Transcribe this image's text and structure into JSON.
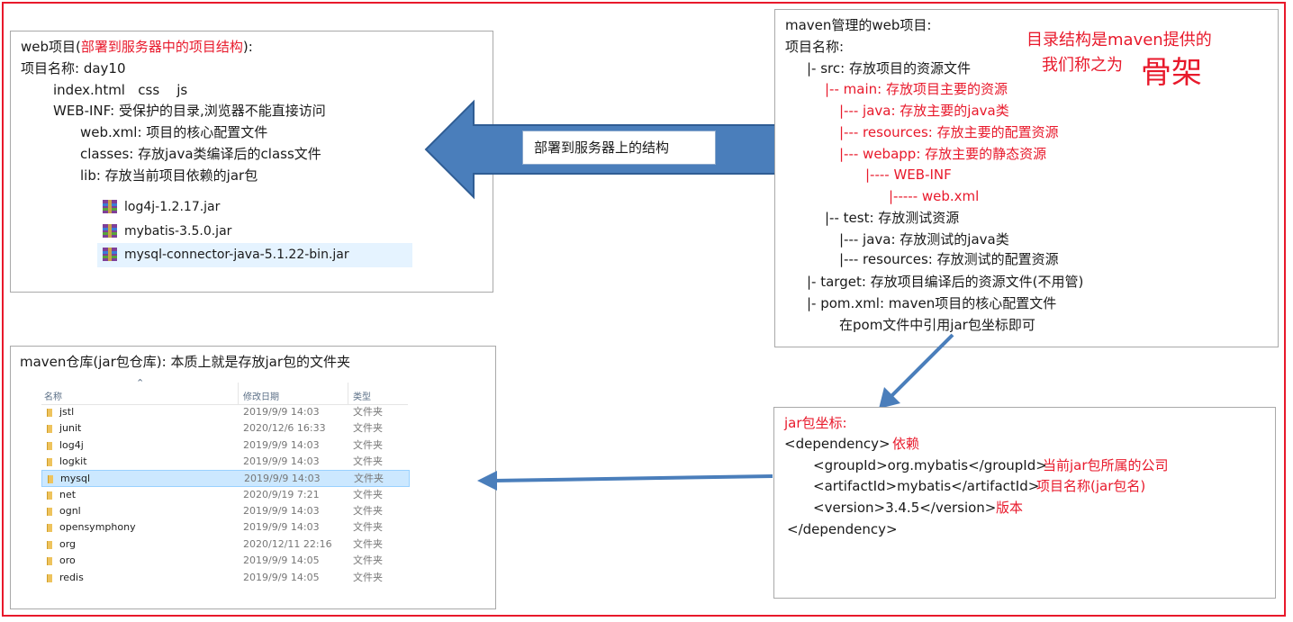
{
  "web_box": {
    "title": "web项目(",
    "title_red": "部署到服务器中的项目结构",
    "title_end": "):",
    "project_name": "项目名称: day10",
    "lines": [
      "index.html   css    js",
      "WEB-INF: 受保护的目录,浏览器不能直接访问",
      "web.xml: 项目的核心配置文件",
      "classes: 存放java类编译后的class文件",
      "lib: 存放当前项目依赖的jar包"
    ],
    "jars": [
      "log4j-1.2.17.jar",
      "mybatis-3.5.0.jar",
      "mysql-connector-java-5.1.22-bin.jar"
    ]
  },
  "arrow_big_label": "部署到服务器上的结构",
  "maven_box": {
    "title": "maven管理的web项目:",
    "project_name": "项目名称:",
    "src": "|- src:  存放项目的资源文件",
    "main": "|-- main: 存放项目主要的资源",
    "main_java": "|--- java: 存放主要的java类",
    "main_resources": "|--- resources: 存放主要的配置资源",
    "webapp": "|--- webapp: 存放主要的静态资源",
    "webinf": "|---- WEB-INF",
    "webxml": "|----- web.xml",
    "test": "|-- test: 存放测试资源",
    "test_java": "|--- java: 存放测试的java类",
    "test_resources": "|--- resources: 存放测试的配置资源",
    "target": "|- target:  存放项目编译后的资源文件(不用管)",
    "pom": "|- pom.xml: maven项目的核心配置文件",
    "pom_note": "在pom文件中引用jar包坐标即可",
    "note_line1": "目录结构是maven提供的",
    "note_line2": "我们称之为",
    "note_big": "骨架"
  },
  "repo_box": {
    "title": "maven仓库(jar包仓库): 本质上就是存放jar包的文件夹",
    "columns": {
      "name": "名称",
      "date": "修改日期",
      "type": "类型"
    },
    "rows": [
      {
        "name": "jstl",
        "date": "2019/9/9 14:03",
        "type": "文件夹"
      },
      {
        "name": "junit",
        "date": "2020/12/6 16:33",
        "type": "文件夹"
      },
      {
        "name": "log4j",
        "date": "2019/9/9 14:03",
        "type": "文件夹"
      },
      {
        "name": "logkit",
        "date": "2019/9/9 14:03",
        "type": "文件夹"
      },
      {
        "name": "mysql",
        "date": "2019/9/9 14:03",
        "type": "文件夹",
        "selected": true
      },
      {
        "name": "net",
        "date": "2020/9/19 7:21",
        "type": "文件夹"
      },
      {
        "name": "ognl",
        "date": "2019/9/9 14:03",
        "type": "文件夹"
      },
      {
        "name": "opensymphony",
        "date": "2019/9/9 14:03",
        "type": "文件夹"
      },
      {
        "name": "org",
        "date": "2020/12/11 22:16",
        "type": "文件夹"
      },
      {
        "name": "oro",
        "date": "2019/9/9 14:05",
        "type": "文件夹"
      },
      {
        "name": "redis",
        "date": "2019/9/9 14:05",
        "type": "文件夹"
      }
    ]
  },
  "coord_box": {
    "title": "jar包坐标:",
    "dep_open": "<dependency>",
    "dep_note": "依赖",
    "group": "<groupId>org.mybatis</groupId>",
    "group_note": "当前jar包所属的公司",
    "artifact": "<artifactId>mybatis</artifactId>",
    "artifact_note": "项目名称(jar包名)",
    "version": "<version>3.4.5</version>",
    "version_note": "版本",
    "dep_close": "</dependency>"
  },
  "colors": {
    "frame": "#e8192b",
    "accent_red": "#e8192b",
    "arrow_fill": "#4a7ebb",
    "arrow_stroke": "#2f5d94"
  }
}
